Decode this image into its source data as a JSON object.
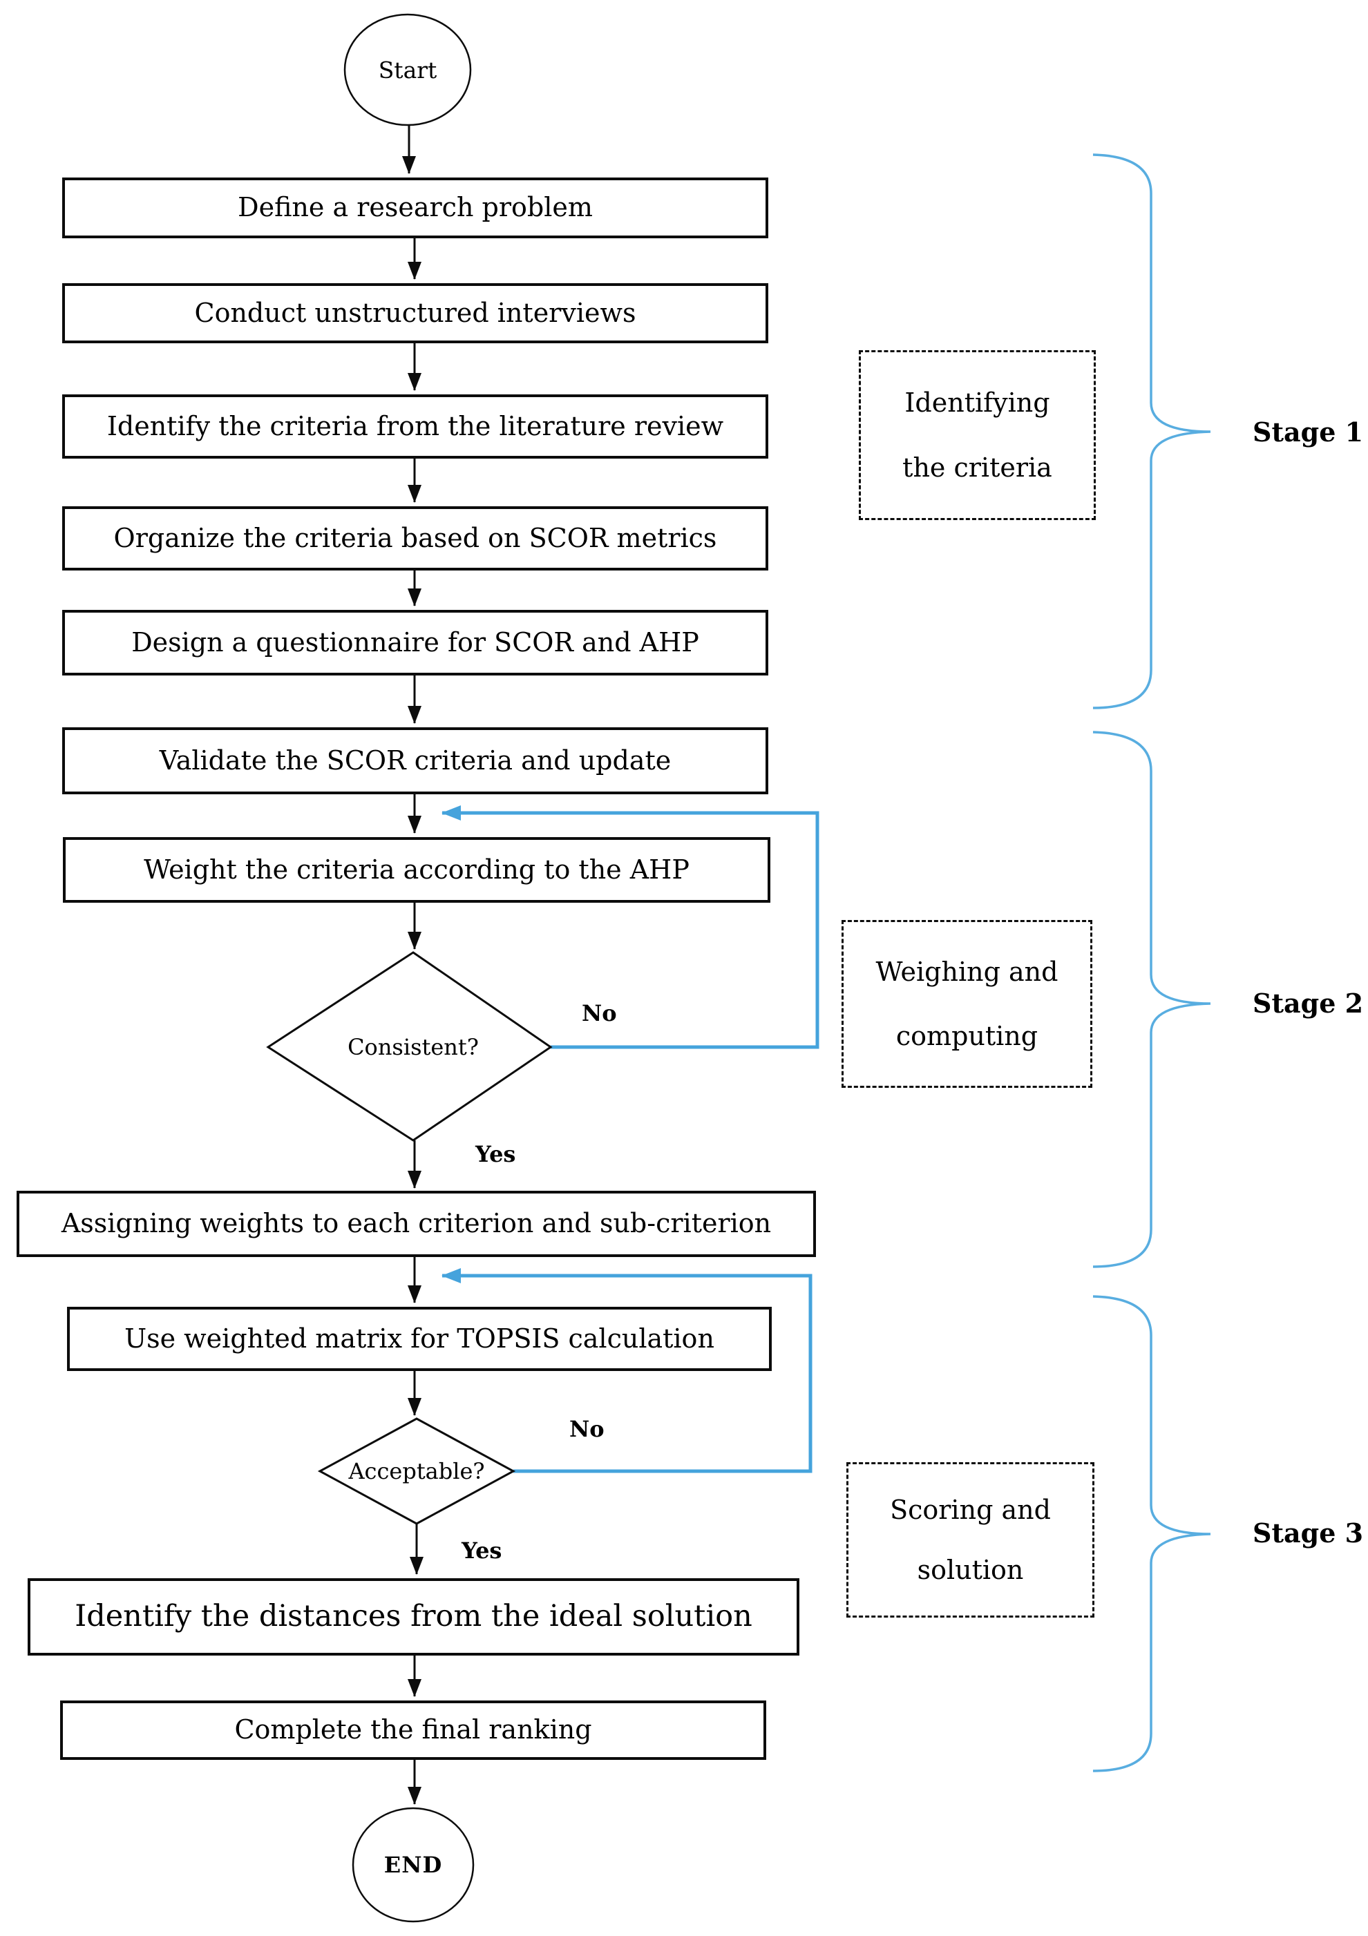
{
  "flowchart": {
    "terminals": {
      "start": "Start",
      "end": "END"
    },
    "steps": [
      {
        "label": "Define a research problem"
      },
      {
        "label": "Conduct unstructured interviews"
      },
      {
        "label": "Identify the criteria from the literature review"
      },
      {
        "label": "Organize the criteria based on SCOR metrics"
      },
      {
        "label": "Design a questionnaire for SCOR and AHP"
      },
      {
        "label": "Validate the SCOR criteria and update"
      },
      {
        "label": "Weight the criteria according to the AHP"
      },
      {
        "label": "Assigning weights to each criterion and sub-criterion"
      },
      {
        "label": "Use weighted matrix for TOPSIS calculation"
      },
      {
        "label": "Identify the distances from the ideal solution"
      },
      {
        "label": "Complete the final ranking"
      }
    ],
    "decisions": [
      {
        "label": "Consistent?"
      },
      {
        "label": "Acceptable?"
      }
    ],
    "branch_labels": {
      "yes": "Yes",
      "no": "No"
    },
    "stage_notes": [
      {
        "line1": "Identifying",
        "line2": "the criteria"
      },
      {
        "line1": "Weighing and",
        "line2": "computing"
      },
      {
        "line1": "Scoring and",
        "line2": "solution"
      }
    ],
    "stages": [
      {
        "label": "Stage 1"
      },
      {
        "label": "Stage 2"
      },
      {
        "label": "Stage 3"
      }
    ],
    "colors": {
      "accent_blue": "#45a3dc",
      "ink": "#000000"
    }
  }
}
